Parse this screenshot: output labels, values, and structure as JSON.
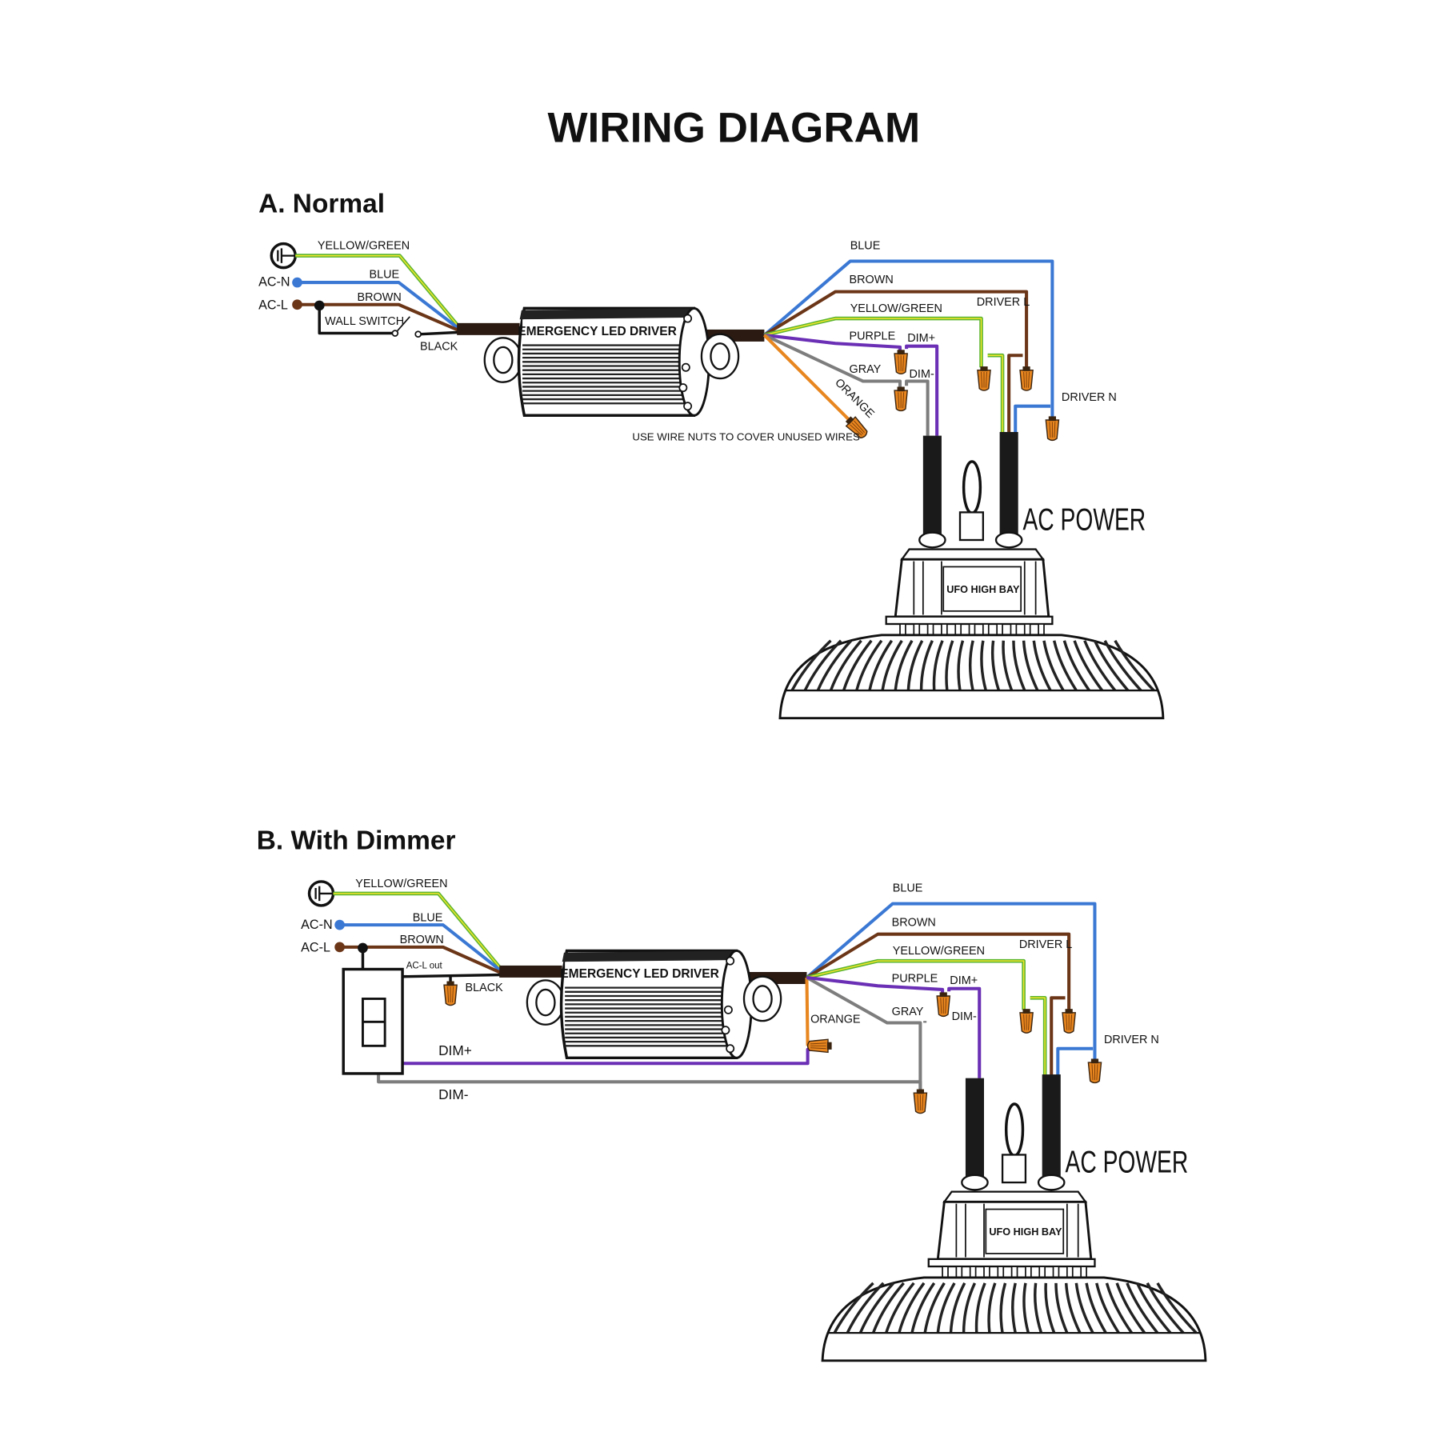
{
  "title": "WIRING DIAGRAM",
  "colors": {
    "yellow_green": "#5bb531",
    "yellow": "#f3e52a",
    "blue": "#3a78d4",
    "brown": "#6b3517",
    "purple": "#6a2fb5",
    "gray": "#7d7d7d",
    "orange": "#e8861f",
    "black": "#111111"
  },
  "sections": [
    {
      "heading": "A. Normal",
      "input": {
        "ground_wire": "YELLOW/GREEN",
        "acn": "AC-N",
        "acl": "AC-L",
        "blue": "BLUE",
        "brown": "BROWN",
        "switch": "WALL SWITCH",
        "black": "BLACK"
      },
      "driver": "EMERGENCY LED  DRIVER",
      "output": {
        "blue": "BLUE",
        "brown": "BROWN",
        "yellow_green": "YELLOW/GREEN",
        "purple": "PURPLE",
        "dim_plus": "DIM+",
        "gray": "GRAY",
        "dim_minus": "DIM-",
        "orange": "ORANGE",
        "driver_l": "DRIVER L",
        "driver_n": "DRIVER N"
      },
      "note": "USE WIRE NUTS TO COVER UNUSED WIRES",
      "lamp": {
        "label": "UFO HIGH BAY",
        "power": "AC POWER"
      }
    },
    {
      "heading": "B. With Dimmer",
      "input": {
        "ground_wire": "YELLOW/GREEN",
        "acn": "AC-N",
        "acl": "AC-L",
        "blue": "BLUE",
        "brown": "BROWN",
        "acl_out": "AC-L out",
        "black": "BLACK"
      },
      "dimmer": {
        "dim_plus": "DIM+",
        "dim_minus": "DIM-"
      },
      "driver": "EMERGENCY LED  DRIVER",
      "output": {
        "blue": "BLUE",
        "brown": "BROWN",
        "yellow_green": "YELLOW/GREEN",
        "purple": "PURPLE",
        "dim_plus": "DIM+",
        "gray": "GRAY",
        "dim_minus": "DIM-",
        "orange": "ORANGE",
        "driver_l": "DRIVER L",
        "driver_n": "DRIVER N"
      },
      "lamp": {
        "label": "UFO HIGH BAY",
        "power": "AC POWER"
      }
    }
  ]
}
